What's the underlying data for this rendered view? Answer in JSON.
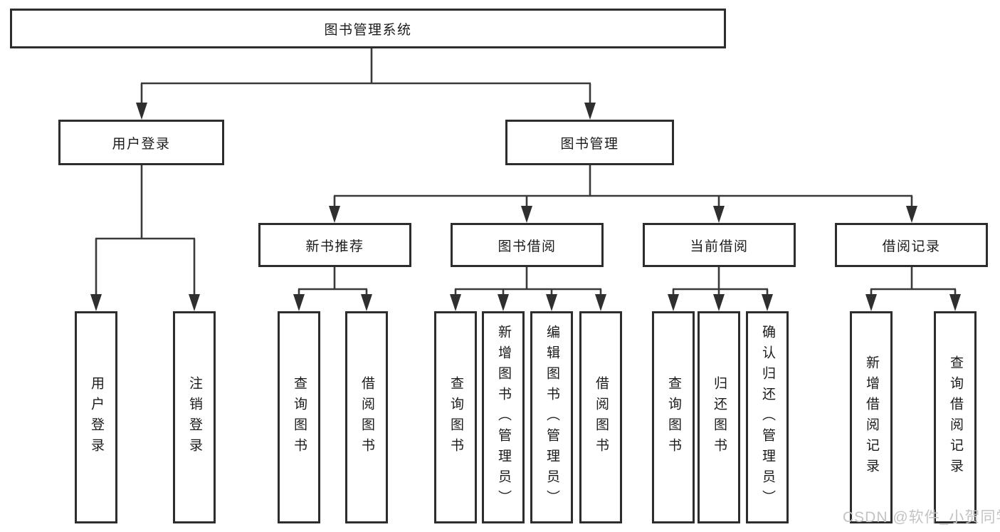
{
  "tree": {
    "root": {
      "label": "图书管理系统",
      "children": [
        {
          "label": "用户登录",
          "children": [
            {
              "label": "用户登录"
            },
            {
              "label": "注销登录"
            }
          ]
        },
        {
          "label": "图书管理",
          "children": [
            {
              "label": "新书推荐",
              "children": [
                {
                  "label": "查询图书"
                },
                {
                  "label": "借阅图书"
                }
              ]
            },
            {
              "label": "图书借阅",
              "children": [
                {
                  "label": "查询图书"
                },
                {
                  "label": "新增图书（管理员）"
                },
                {
                  "label": "编辑图书（管理员）"
                },
                {
                  "label": "借阅图书"
                }
              ]
            },
            {
              "label": "当前借阅",
              "children": [
                {
                  "label": "查询图书"
                },
                {
                  "label": "归还图书"
                },
                {
                  "label": "确认归还（管理员）"
                }
              ]
            },
            {
              "label": "借阅记录",
              "children": [
                {
                  "label": "新增借阅记录"
                },
                {
                  "label": "查询借阅记录"
                }
              ]
            }
          ]
        }
      ]
    }
  },
  "watermark": {
    "text": "CSDN @软件_小贺同学"
  },
  "colors": {
    "line": "#3a3a3a",
    "box_border": "#2d2d2d",
    "text": "#1b1b1b",
    "watermark": "#c3c3c3",
    "background": "#ffffff"
  }
}
